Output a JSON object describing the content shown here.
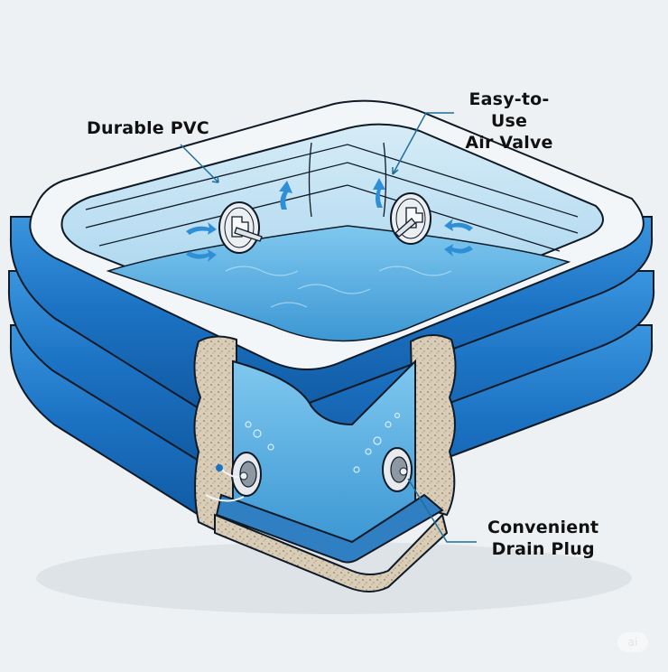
{
  "diagram": {
    "subject": "Inflatable three-ring pool cutaway",
    "labels": {
      "durable_pvc": "Durable PVC",
      "air_valve_line1": "Easy-to-Use",
      "air_valve_line2": "Air Valve",
      "drain_line1": "Convenient",
      "drain_line2": "Drain Plug"
    },
    "watermark": "ai"
  },
  "colors": {
    "background": "#eef1f4",
    "ring_blue": "#1c73c4",
    "ring_blue_light": "#3a95de",
    "ring_blue_dark": "#1058a0",
    "top_rim": "#f3f6f9",
    "inner_wall": "#b8dcef",
    "water": "#5bb4e6",
    "water_deep": "#3c97d3",
    "foam": "#d9cdb7",
    "outline": "#0f1a26",
    "leader_line": "#1f6e9c",
    "arrow": "#2f8fd6"
  }
}
